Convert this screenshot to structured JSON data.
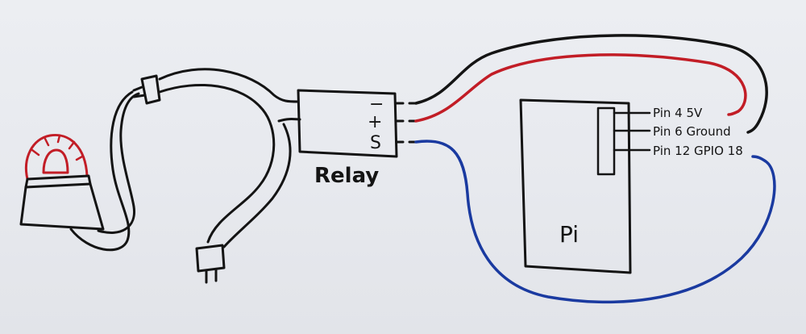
{
  "board": {
    "relay_label": "Relay",
    "relay_pins": {
      "minus": "−",
      "plus": "+",
      "signal": "S"
    },
    "pi_label": "Pi",
    "pin_labels": [
      {
        "id": "pin4",
        "text": "Pin 4  5V",
        "wire_color": "#c21d26"
      },
      {
        "id": "pin6",
        "text": "Pin 6 Ground",
        "wire_color": "#111111"
      },
      {
        "id": "pin12",
        "text": "Pin 12  GPIO 18",
        "wire_color": "#1a3aa0"
      }
    ],
    "colors": {
      "ink": "#141414",
      "red": "#c21d26",
      "blue": "#1a3aa0",
      "board": "#e8eaee"
    }
  }
}
